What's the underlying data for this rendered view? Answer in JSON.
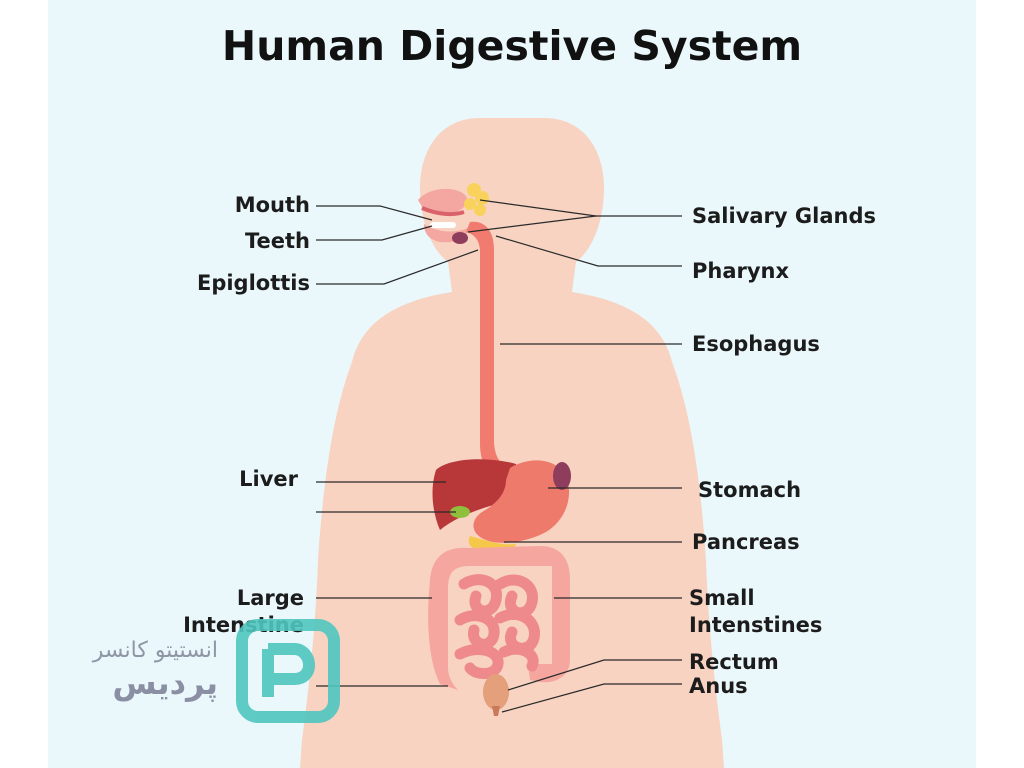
{
  "title": "Human Digestive System",
  "labels": {
    "mouth": "Mouth",
    "teeth": "Teeth",
    "epiglottis": "Epiglottis",
    "liver": "Liver",
    "large_intestine_1": "Large",
    "large_intestine_2": "Intenstine",
    "salivary_glands": "Salivary Glands",
    "pharynx": "Pharynx",
    "esophagus": "Esophagus",
    "stomach": "Stomach",
    "pancreas": "Pancreas",
    "small_intestines_1": "Small",
    "small_intestines_2": "Intenstines",
    "rectum": "Rectum",
    "anus": "Anus"
  },
  "watermark": {
    "line1": "انستیتو کانسر",
    "line2": "پردیس",
    "logo_letter": "P"
  },
  "colors": {
    "background": "#eaf8fc",
    "body": "#f8d3c2",
    "esophagus": "#f07b6e",
    "liver": "#b8383a",
    "stomach": "#ee7a6c",
    "large_intestine": "#f5a69e",
    "small_intestine": "#ee8a8c",
    "salivary": "#f9d25c",
    "pancreas": "#f6c84a",
    "gallbladder": "#8fbf3c",
    "spleen": "#8e3d5c",
    "logo": "#4fc6bf"
  }
}
